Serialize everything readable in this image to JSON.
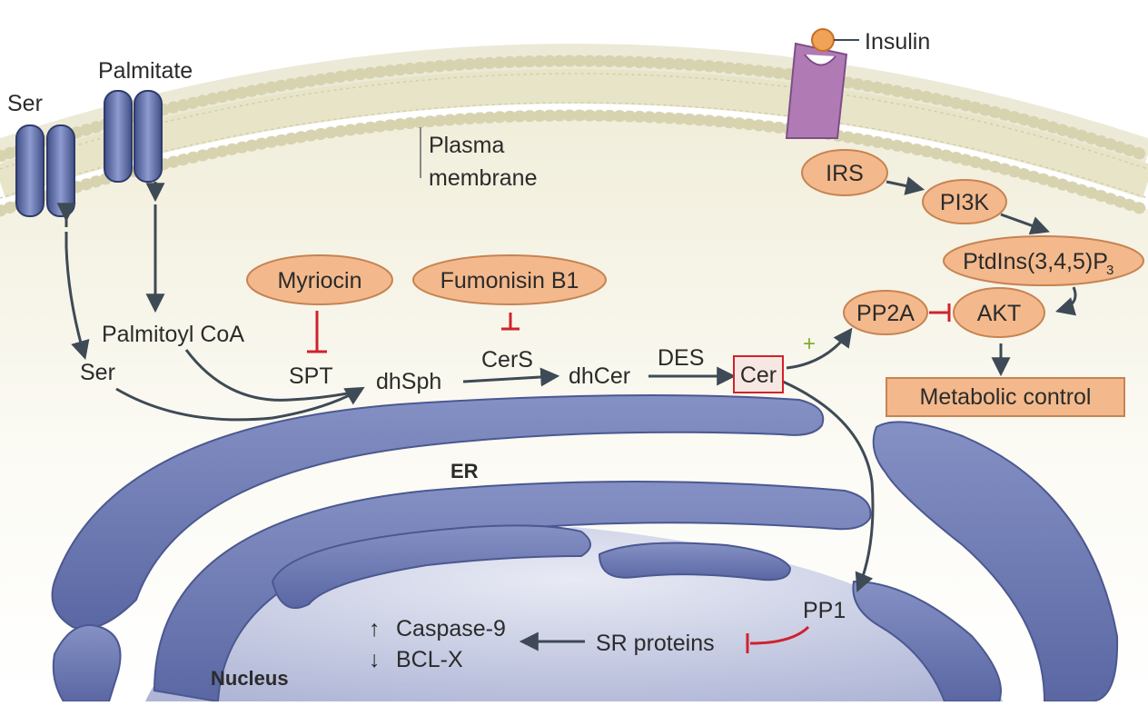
{
  "labels": {
    "ser_outside": "Ser",
    "palmitate": "Palmitate",
    "insulin": "Insulin",
    "plasma": "Plasma",
    "membrane": "membrane",
    "irs": "IRS",
    "pi3k": "PI3K",
    "ptdins_main": "PtdIns(3,4,5)P",
    "ptdins_sub": "3",
    "myriocin": "Myriocin",
    "fumonisin": "Fumonisin B1",
    "pp2a": "PP2A",
    "akt": "AKT",
    "plus": "+",
    "palmitoyl_coa": "Palmitoyl CoA",
    "ser_inside": "Ser",
    "spt": "SPT",
    "cers": "CerS",
    "des": "DES",
    "dhsph": "dhSph",
    "dhcer": "dhCer",
    "cer": "Cer",
    "metabolic": "Metabolic control",
    "er": "ER",
    "nucleus": "Nucleus",
    "pp1": "PP1",
    "sr_proteins": "SR proteins",
    "caspase": "Caspase-9",
    "bclx": "BCL-X",
    "up_arrow": "↑",
    "down_arrow": "↓"
  },
  "colors": {
    "membrane_head": "#f3efcf",
    "membrane_outline": "#b9b590",
    "cytoplasm_top": "#f4f2e3",
    "er_fill": "#6b78b0",
    "nucleus_fill": "#c9cde3",
    "node_fill": "#f3b98c",
    "node_stroke": "#c78352",
    "arrow": "#3e4a55",
    "inhibit": "#d0222b",
    "plus": "#7fae2d",
    "receptor": "#b07bb5"
  }
}
